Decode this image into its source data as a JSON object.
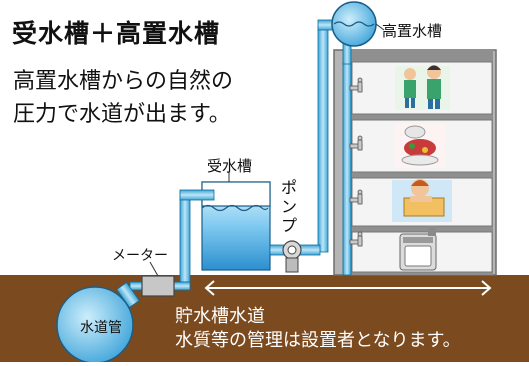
{
  "title": "受水槽＋高置水槽",
  "description": [
    "高置水槽からの自然の",
    "圧力で水道が出ます。"
  ],
  "labels": {
    "elevated_tank": "高置水槽",
    "receiving_tank": "受水槽",
    "pump": "ポンプ",
    "meter": "メーター",
    "water_main": "水道管",
    "storage_system": "貯水槽水道",
    "management_note": "水質等の管理は設置者となります。"
  },
  "floors": [
    {
      "icon": "people-washing-hands-icon"
    },
    {
      "icon": "dishes-icon"
    },
    {
      "icon": "person-bathing-icon"
    },
    {
      "icon": "washing-machine-icon"
    }
  ],
  "colors": {
    "pipe": "#6ec6ea",
    "pipe_outline": "#0a6fa3",
    "water": "#4aaee0",
    "ground": "#7b4a1f",
    "building": "#9a9a9a",
    "floor": "#f2f2f2",
    "text_on_ground": "#ffffff"
  }
}
